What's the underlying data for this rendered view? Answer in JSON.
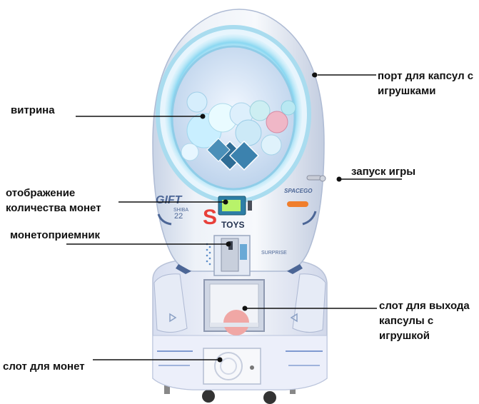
{
  "labels": {
    "capsule_port": "порт для капсул с\nигрушками",
    "showcase": "витрина",
    "start_game": "запуск игры",
    "coin_display": "отображение\nколичества монет",
    "coin_acceptor": "монетоприемник",
    "capsule_exit_slot": "слот для выхода\nкапсулы с\nигрушкой",
    "coin_slot": "слот для монет"
  },
  "machine": {
    "brand_left": "GIFT",
    "brand_left_sub": "SHIBA",
    "brand_left_num": "22",
    "brand_center": "S",
    "brand_center_sub": "TOYS",
    "brand_right": "SPACEGO",
    "surprise_text": "SURPRISE"
  }
}
